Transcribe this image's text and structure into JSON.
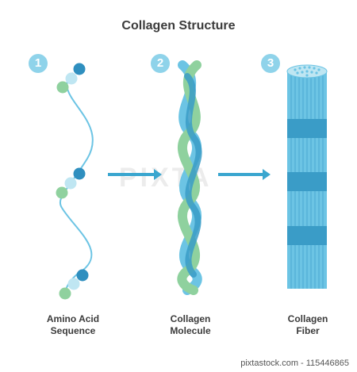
{
  "title": "Collagen Structure",
  "steps": [
    {
      "number": "1",
      "label_line1": "Amino Acid",
      "label_line2": "Sequence"
    },
    {
      "number": "2",
      "label_line1": "Collagen",
      "label_line2": "Molecule"
    },
    {
      "number": "3",
      "label_line1": "Collagen",
      "label_line2": "Fiber"
    }
  ],
  "watermark": "PIXTA",
  "footer": "pixtastock.com - 115446865",
  "colors": {
    "badge": "#8fd3ea",
    "strand_blue": "#6cc4e4",
    "strand_dark": "#3a9cc7",
    "strand_green": "#8fd19e",
    "bead_dark": "#2f8fbf",
    "bead_light": "#bfe6f2",
    "bead_green": "#8fd19e",
    "arrow": "#3aa6cf"
  }
}
